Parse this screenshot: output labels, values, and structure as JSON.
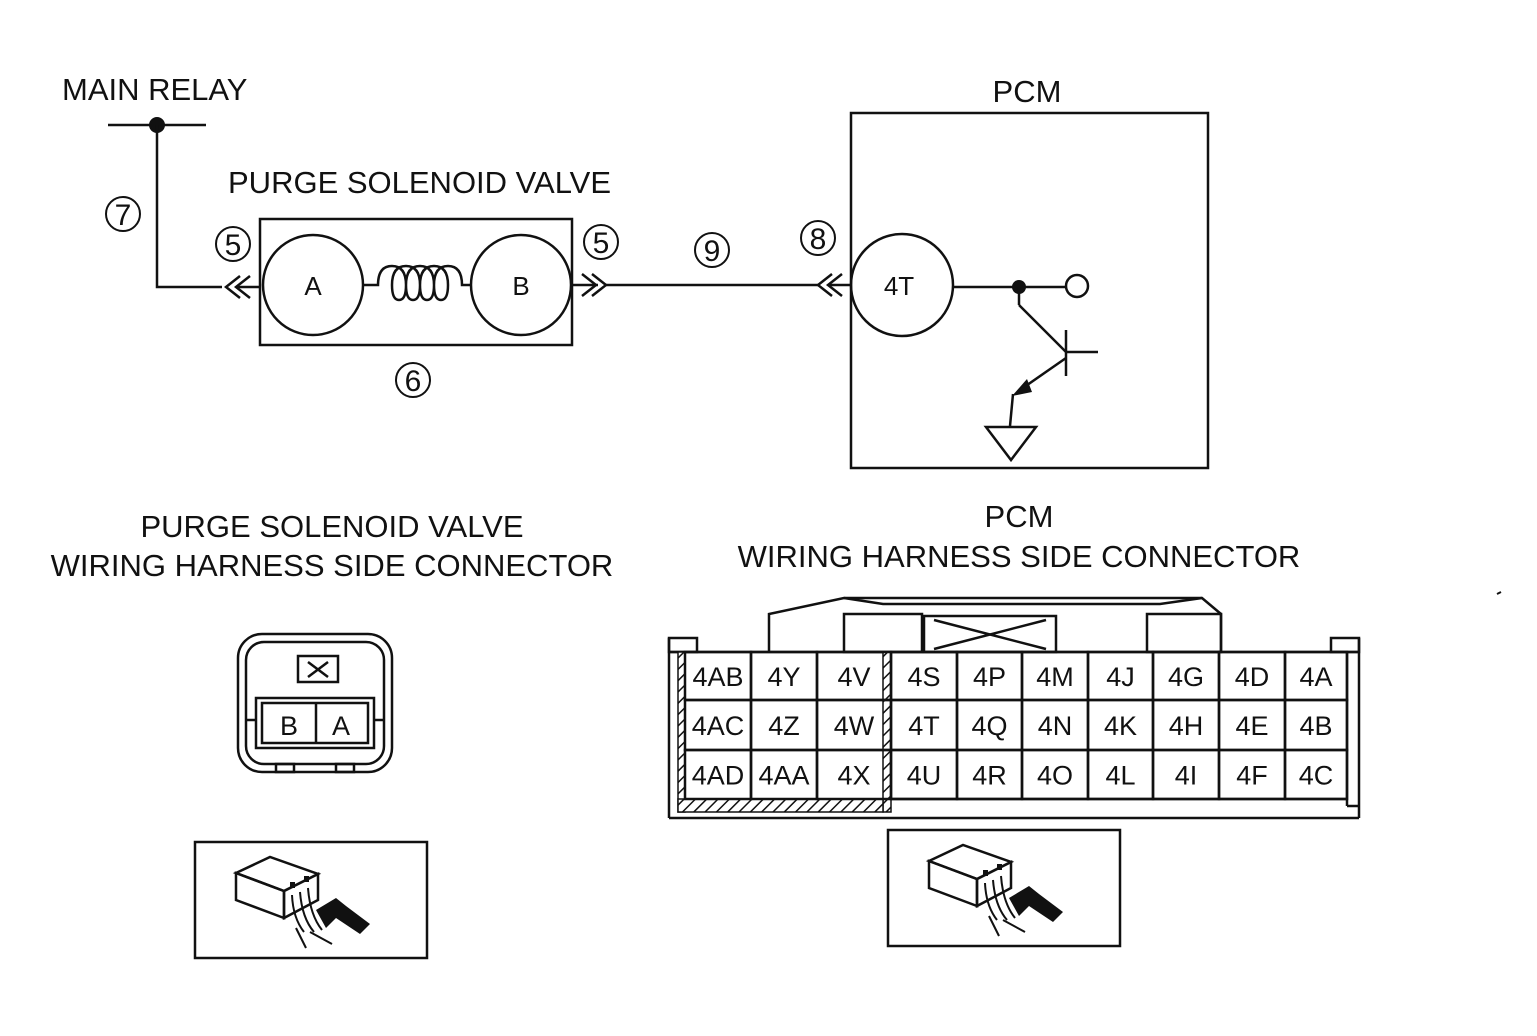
{
  "labels": {
    "main_relay": "MAIN RELAY",
    "purge_valve": "PURGE SOLENOID VALVE",
    "pcm": "PCM",
    "purge_conn_line1": "PURGE SOLENOID VALVE",
    "purge_conn_line2": "WIRING HARNESS SIDE CONNECTOR",
    "pcm_conn_line1": "PCM",
    "pcm_conn_line2": "WIRING HARNESS SIDE CONNECTOR"
  },
  "circled_numbers": {
    "n7": "7",
    "n5_left": "5",
    "n5_right": "5",
    "n6": "6",
    "n9": "9",
    "n8": "8"
  },
  "pins": {
    "valve_a": "A",
    "valve_b": "B",
    "pcm_4t": "4T"
  },
  "purge_connector": {
    "cells": [
      "B",
      "A"
    ]
  },
  "pcm_connector": {
    "rows": [
      [
        "4AB",
        "4Y",
        "4V",
        "4S",
        "4P",
        "4M",
        "4J",
        "4G",
        "4D",
        "4A"
      ],
      [
        "4AC",
        "4Z",
        "4W",
        "4T",
        "4Q",
        "4N",
        "4K",
        "4H",
        "4E",
        "4B"
      ],
      [
        "4AD",
        "4AA",
        "4X",
        "4U",
        "4R",
        "4O",
        "4L",
        "4I",
        "4F",
        "4C"
      ]
    ]
  }
}
